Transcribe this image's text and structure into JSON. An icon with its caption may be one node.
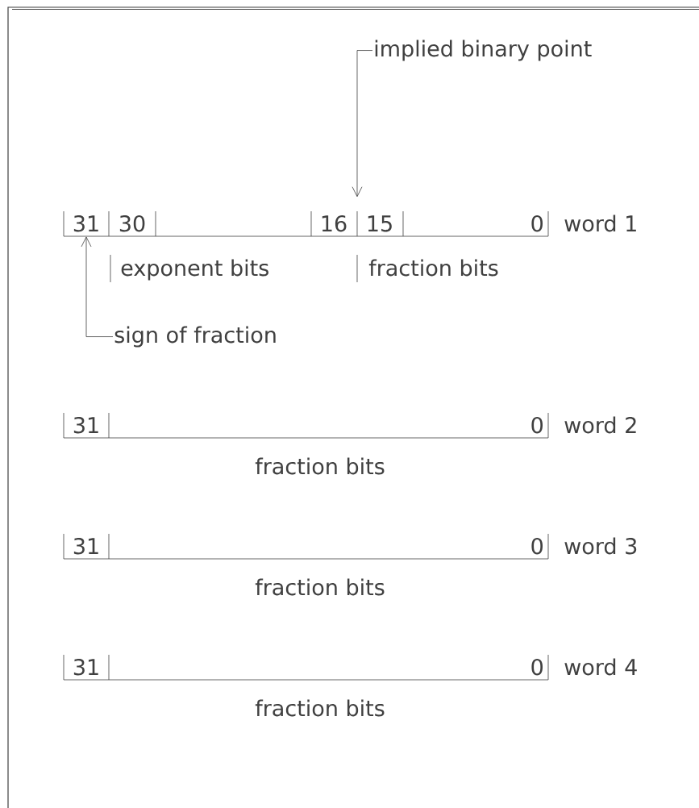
{
  "diagram": {
    "nodes": [
      {
        "text": [
          "implied binary point"
        ]
      },
      {
        "text": [
          "sign of fraction"
        ]
      },
      {
        "text": [],
        "shape": "bar"
      }
    ],
    "edges": [
      {
        "from": 0,
        "to": 2,
        "arrow": "to"
      },
      {
        "from": 1,
        "to": 2,
        "arrow": "to"
      }
    ],
    "labels": [
      "31",
      "30",
      "16",
      "15",
      "0",
      "word 1",
      "exponent bits",
      "fraction bits",
      "31",
      "0",
      "word 2",
      "fraction bits",
      "31",
      "0",
      "word 3",
      "fraction bits",
      "31",
      "0",
      "word 4",
      "fraction bits"
    ]
  }
}
